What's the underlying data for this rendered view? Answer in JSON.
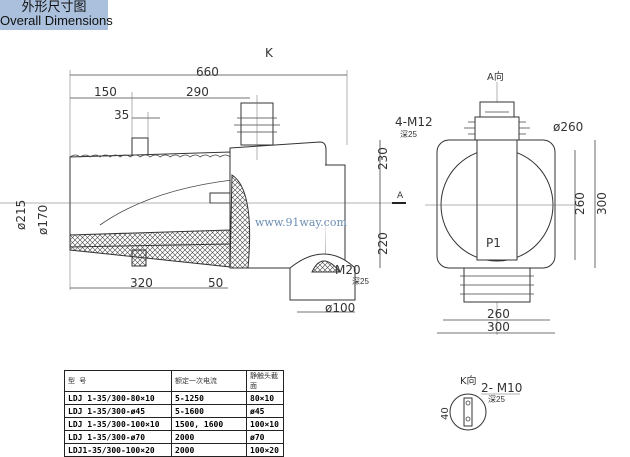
{
  "header": {
    "title_cn": "外形尺寸图",
    "title_en": "Overall Dimensions"
  },
  "drawing": {
    "view_k_label": "K",
    "view_a_label": "A向",
    "section_a": "A",
    "dims": {
      "d660": "660",
      "d150": "150",
      "d290": "290",
      "d35": "35",
      "d230": "230",
      "d220": "220",
      "d215": "ø215",
      "d170": "ø170",
      "d320": "320",
      "d50": "50",
      "d100": "ø100",
      "m20": "M20",
      "m20_depth": "深25",
      "m12": "4-M12",
      "m12_depth": "深25",
      "d260c": "ø260",
      "r260v": "260",
      "r300v": "300",
      "r260h": "260",
      "r300h": "300",
      "p1": "P1"
    },
    "watermark": "www.91way.com",
    "k_view": {
      "label": "K向",
      "thread": "2- M10",
      "depth": "深25",
      "dim": "40"
    }
  },
  "table": {
    "headers": [
      "型  号",
      "额定一次电流",
      "静触头截面"
    ],
    "rows": [
      [
        "LDJ 1-35/300-80×10",
        "5-1250",
        "80×10"
      ],
      [
        "LDJ 1-35/300-ø45",
        "5-1600",
        "ø45"
      ],
      [
        "LDJ 1-35/300-100×10",
        "1500, 1600",
        "100×10"
      ],
      [
        "LDJ 1-35/300-ø70",
        "2000",
        "ø70"
      ],
      [
        "LDJ1-35/300-100×20",
        "2000",
        "100×20"
      ]
    ]
  }
}
